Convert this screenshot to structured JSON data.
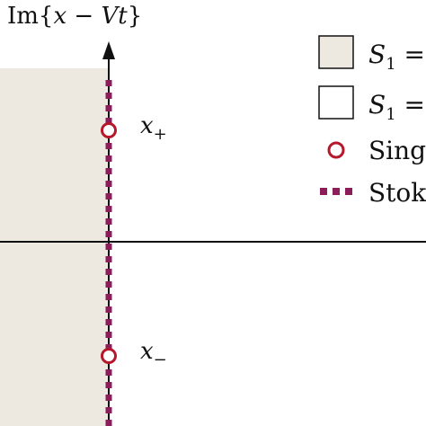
{
  "axis": {
    "vertical_label_prefix": "Im{",
    "vertical_label_x": "x",
    "vertical_label_minus": " − ",
    "vertical_label_vt": "Vt",
    "vertical_label_suffix": "}"
  },
  "points": {
    "upper_label": "x",
    "upper_sub": "+",
    "lower_label": "x",
    "lower_sub": "−"
  },
  "legend": {
    "items": [
      {
        "symbol": "S",
        "sub": "1",
        "tail": " =",
        "kind": "filled-box"
      },
      {
        "symbol": "S",
        "sub": "1",
        "tail": " =",
        "kind": "empty-box"
      },
      {
        "text": "Sing",
        "kind": "circle"
      },
      {
        "text": "Stok",
        "kind": "dashes"
      }
    ]
  },
  "colors": {
    "region_fill": "#ede8e0",
    "stokes_line": "#8b1d5a",
    "singularity": "#b5172b",
    "axis": "#111111"
  }
}
